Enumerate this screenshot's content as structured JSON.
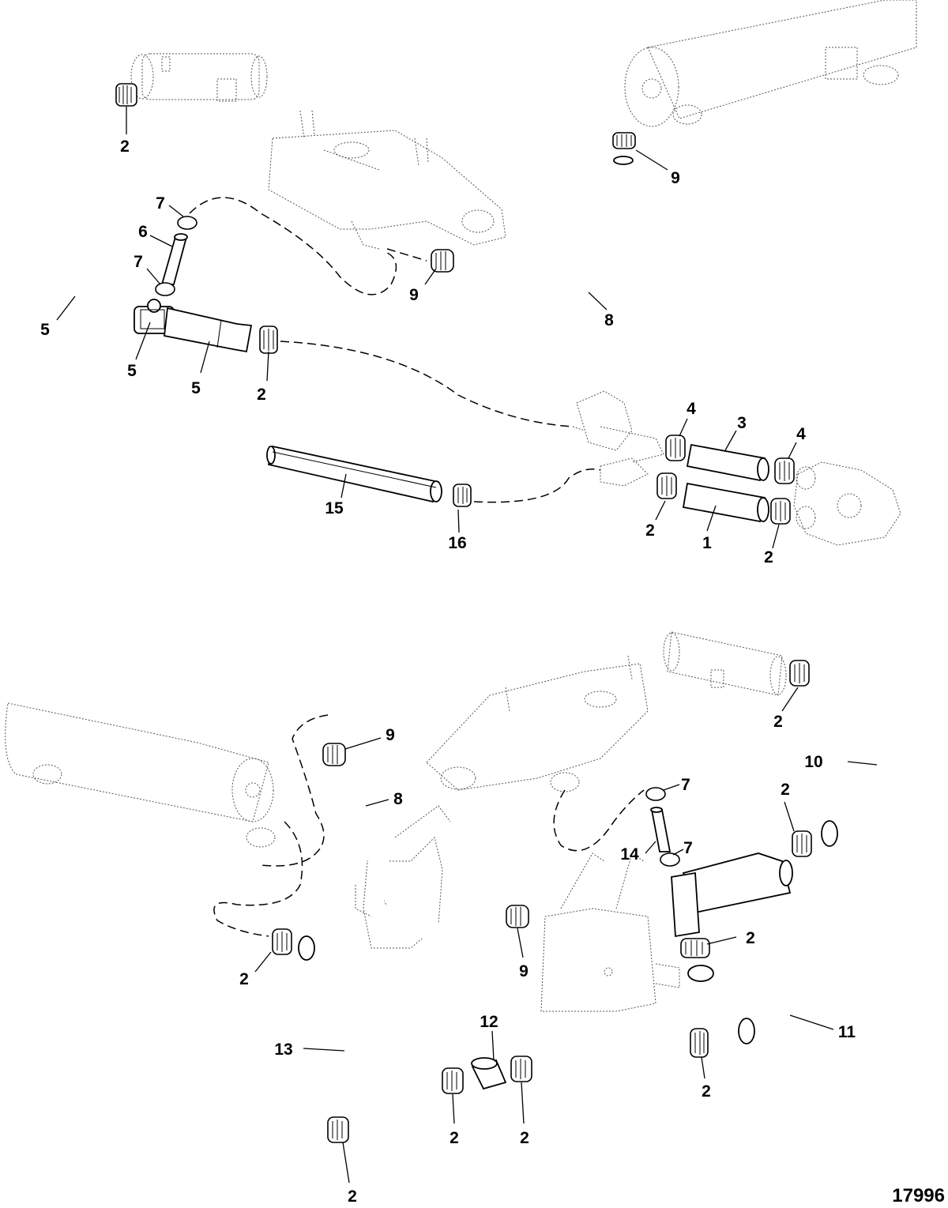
{
  "figure_number": "17996",
  "callouts": [
    {
      "id": "c-2-a",
      "text": "2"
    },
    {
      "id": "c-7-a",
      "text": "7"
    },
    {
      "id": "c-6",
      "text": "6"
    },
    {
      "id": "c-7-b",
      "text": "7"
    },
    {
      "id": "c-5-a",
      "text": "5"
    },
    {
      "id": "c-5-b",
      "text": "5"
    },
    {
      "id": "c-5-c",
      "text": "5"
    },
    {
      "id": "c-2-b",
      "text": "2"
    },
    {
      "id": "c-9-a",
      "text": "9"
    },
    {
      "id": "c-9-b",
      "text": "9"
    },
    {
      "id": "c-8-a",
      "text": "8"
    },
    {
      "id": "c-4-a",
      "text": "4"
    },
    {
      "id": "c-3",
      "text": "3"
    },
    {
      "id": "c-4-b",
      "text": "4"
    },
    {
      "id": "c-15",
      "text": "15"
    },
    {
      "id": "c-16",
      "text": "16"
    },
    {
      "id": "c-2-c",
      "text": "2"
    },
    {
      "id": "c-1",
      "text": "1"
    },
    {
      "id": "c-2-d",
      "text": "2"
    },
    {
      "id": "c-9-c",
      "text": "9"
    },
    {
      "id": "c-8-b",
      "text": "8"
    },
    {
      "id": "c-2-e",
      "text": "2"
    },
    {
      "id": "c-10",
      "text": "10"
    },
    {
      "id": "c-2-f",
      "text": "2"
    },
    {
      "id": "c-7-c",
      "text": "7"
    },
    {
      "id": "c-14",
      "text": "14"
    },
    {
      "id": "c-7-d",
      "text": "7"
    },
    {
      "id": "c-2-g",
      "text": "2"
    },
    {
      "id": "c-9-d",
      "text": "9"
    },
    {
      "id": "c-2-h",
      "text": "2"
    },
    {
      "id": "c-11",
      "text": "11"
    },
    {
      "id": "c-13",
      "text": "13"
    },
    {
      "id": "c-12",
      "text": "12"
    },
    {
      "id": "c-2-i",
      "text": "2"
    },
    {
      "id": "c-2-j",
      "text": "2"
    },
    {
      "id": "c-2-k",
      "text": "2"
    },
    {
      "id": "c-2-l",
      "text": "2"
    }
  ]
}
